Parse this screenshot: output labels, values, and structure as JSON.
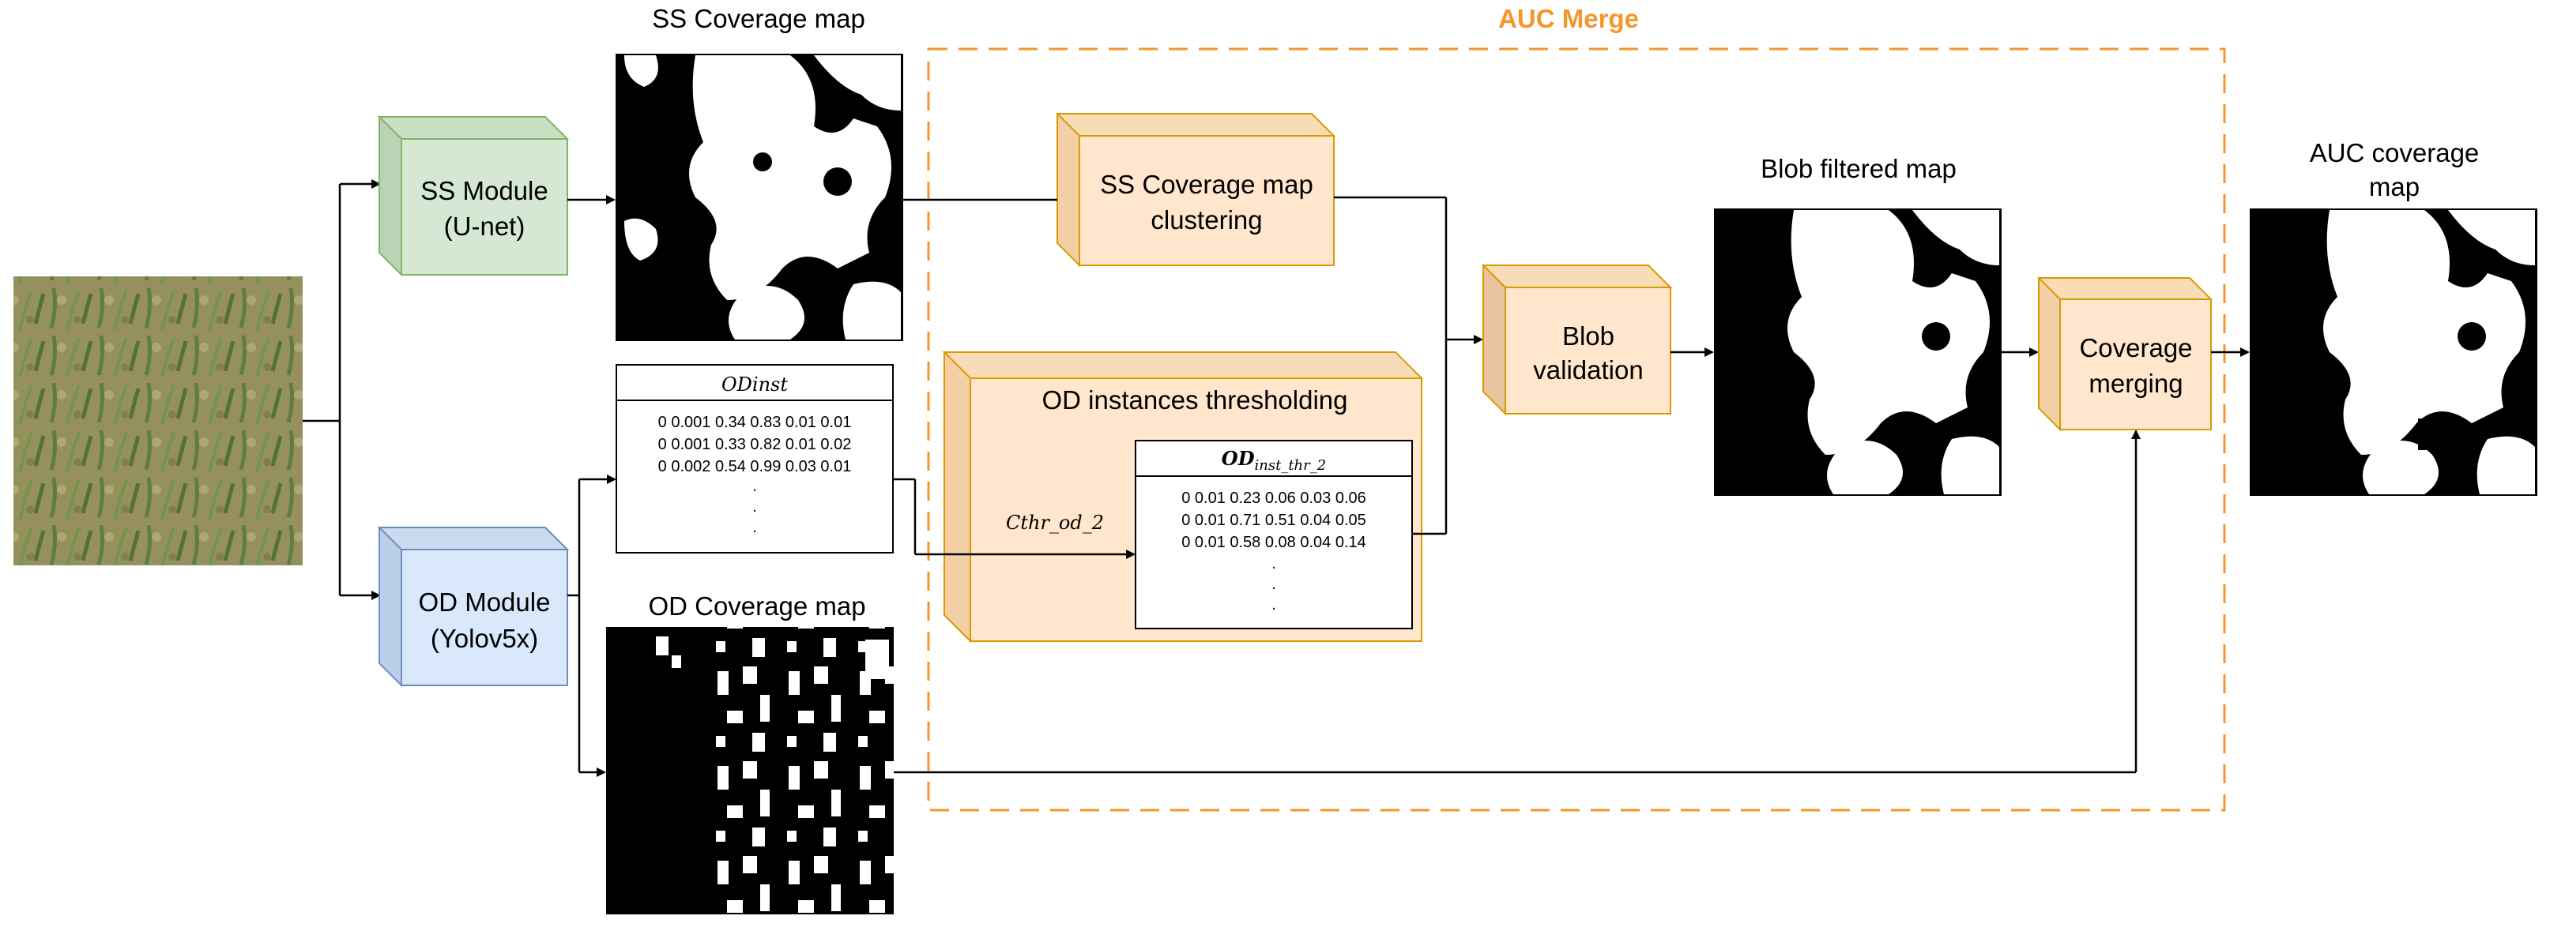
{
  "titles": {
    "ss_coverage_map": "SS Coverage map",
    "od_coverage_map": "OD Coverage map",
    "auc_merge": "AUC Merge",
    "blob_filtered_map": "Blob filtered map",
    "auc_coverage_map_line1": "AUC coverage",
    "auc_coverage_map_line2": "map"
  },
  "modules": {
    "ss_line1": "SS Module",
    "ss_line2": "(U-net)",
    "od_line1": "OD Module",
    "od_line2": "(Yolov5x)",
    "ss_clustering_line1": "SS Coverage map",
    "ss_clustering_line2": "clustering",
    "od_thresholding": "OD instances thresholding",
    "blob_line1": "Blob",
    "blob_line2": "validation",
    "merging_line1": "Coverage",
    "merging_line2": "merging"
  },
  "od_inst_table": {
    "header": "ODinst",
    "rows": [
      "0 0.001 0.34 0.83 0.01 0.01",
      "0 0.001 0.33 0.82 0.01 0.02",
      "0 0.002 0.54 0.99 0.03 0.01"
    ],
    "ellipsis": "."
  },
  "od_thr_table": {
    "header_main": "OD",
    "header_sub": "inst_thr_2",
    "rows": [
      "0 0.01 0.23 0.06 0.03 0.06",
      "0 0.01 0.71 0.51 0.04 0.05",
      "0 0.01 0.58 0.08 0.04 0.14"
    ],
    "ellipsis": "."
  },
  "threshold_label": "Cthr_od_2",
  "colors": {
    "ss_module_fill": "#d5e8d4",
    "ss_module_stroke": "#82b366",
    "od_module_fill": "#dae8fc",
    "od_module_stroke": "#6c8ebf",
    "auc_fill": "#ffe6cc",
    "auc_stroke": "#d79b00",
    "auc_title": "#f5962a",
    "dashed_border": "#f5962a"
  }
}
